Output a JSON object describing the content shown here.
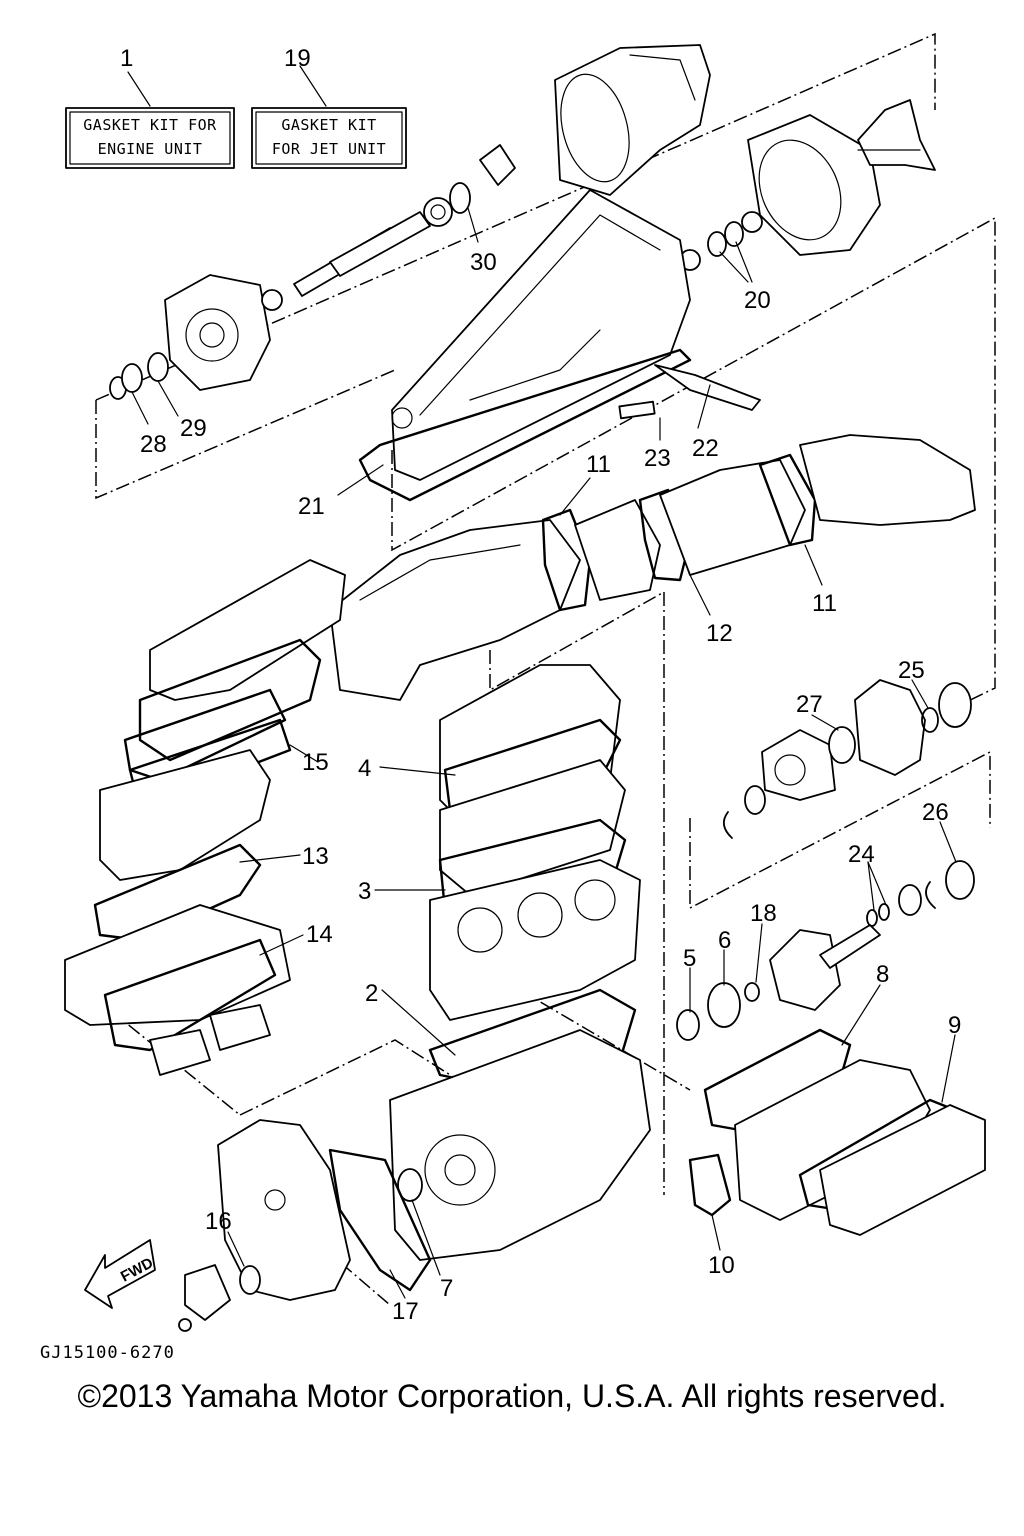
{
  "kits": {
    "engine": {
      "number": "1",
      "line1": "GASKET KIT FOR",
      "line2": "ENGINE UNIT"
    },
    "jet": {
      "number": "19",
      "line1": "GASKET KIT",
      "line2": "FOR JET UNIT"
    }
  },
  "callouts": [
    "2",
    "3",
    "4",
    "5",
    "6",
    "7",
    "8",
    "9",
    "10",
    "11",
    "11",
    "12",
    "13",
    "14",
    "15",
    "16",
    "17",
    "18",
    "20",
    "21",
    "22",
    "23",
    "24",
    "25",
    "26",
    "27",
    "28",
    "29",
    "30"
  ],
  "fwd_label": "FWD",
  "diagram_code": "GJ15100-6270",
  "copyright": "©2013 Yamaha Motor Corporation, U.S.A. All rights reserved."
}
